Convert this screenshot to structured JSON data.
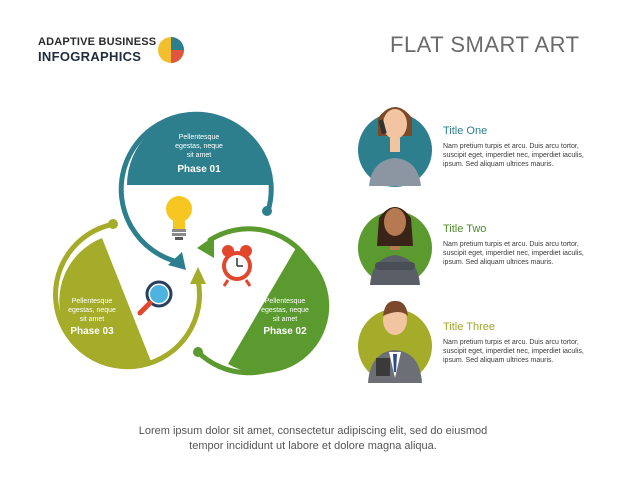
{
  "brand": {
    "line1": "ADAPTIVE BUSINESS",
    "line2": "INFOGRAPHICS"
  },
  "title": "FLAT SMART ART",
  "colors": {
    "teal": "#2e7f8e",
    "green": "#5a9a2e",
    "olive": "#a4ac2a",
    "title_one": "#2e7f8e",
    "title_two": "#4f8c2a",
    "title_three": "#a0a62a"
  },
  "phases": [
    {
      "text": [
        "Pellentesque",
        "egestas, neque",
        "sit amet"
      ],
      "label": "Phase 01",
      "icon": "lightbulb-icon"
    },
    {
      "text": [
        "Pellentesque",
        "egestas, neque",
        "sit amet"
      ],
      "label": "Phase 02",
      "icon": "alarm-clock-icon"
    },
    {
      "text": [
        "Pellentesque",
        "egestas, neque",
        "sit amet"
      ],
      "label": "Phase 03",
      "icon": "magnifier-icon"
    }
  ],
  "cards": [
    {
      "title": "Title One",
      "desc": [
        "Nam pretium turpis et arcu. Duis arcu tortor,",
        "suscipit eget, imperdiet nec, imperdiet iaculis,",
        "ipsum. Sed aliquam ultrices mauris."
      ],
      "avatar": "woman-phone-avatar"
    },
    {
      "title": "Title Two",
      "desc": [
        "Nam pretium turpis et arcu. Duis arcu tortor,",
        "suscipit eget, imperdiet nec, imperdiet iaculis,",
        "ipsum. Sed aliquam ultrices mauris."
      ],
      "avatar": "woman-arms-crossed-avatar"
    },
    {
      "title": "Title Three",
      "desc": [
        "Nam pretium turpis et arcu. Duis arcu tortor,",
        "suscipit eget, imperdiet nec, imperdiet iaculis,",
        "ipsum. Sed aliquam ultrices mauris."
      ],
      "avatar": "man-tablet-avatar"
    }
  ],
  "footer": [
    "Lorem ipsum dolor sit amet, consectetur adipiscing elit, sed do eiusmod",
    "tempor incididunt ut labore et dolore magna aliqua."
  ]
}
